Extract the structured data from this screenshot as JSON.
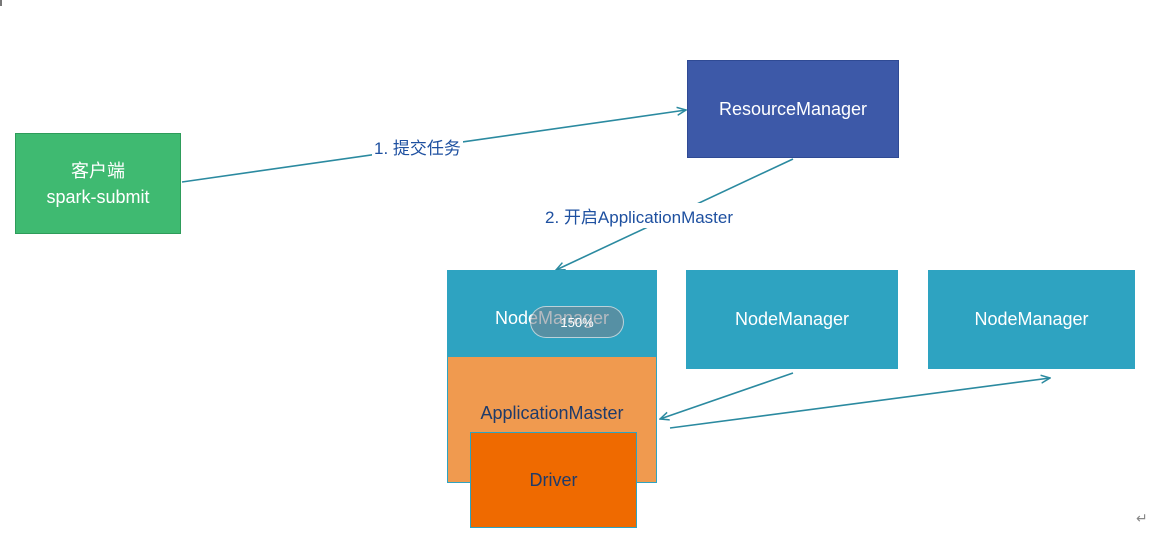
{
  "client": {
    "line1": "客户端",
    "line2": "spark-submit"
  },
  "resource_manager": {
    "label": "ResourceManager"
  },
  "node_managers": [
    {
      "label": "NodeManager"
    },
    {
      "label": "NodeManager"
    },
    {
      "label": "NodeManager"
    }
  ],
  "application_master": {
    "label": "ApplicationMaster"
  },
  "driver": {
    "label": "Driver"
  },
  "edges": {
    "submit": "1. 提交任务",
    "start_am": "2. 开启ApplicationMaster"
  },
  "zoom_badge": "150%",
  "return_glyph": "↵",
  "colors": {
    "client": "#3fba71",
    "resource_manager": "#3d59a8",
    "node_manager": "#2ea3c1",
    "application_master": "#f09a4f",
    "driver": "#ef6a00",
    "edge": "#2b8aa0",
    "label": "#1e50a0"
  }
}
